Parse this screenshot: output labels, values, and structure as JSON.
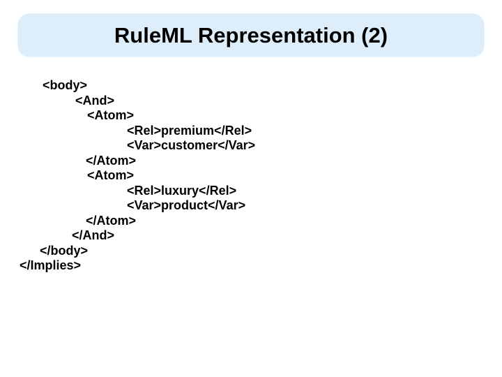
{
  "title": {
    "text": "RuleML Representation (2)"
  },
  "colors": {
    "background": "#ffffff",
    "banner_bg": "#ddeefa",
    "text": "#000000"
  },
  "code": {
    "language": "RuleML/XML",
    "lines": [
      {
        "indent": 33,
        "text": "<body>"
      },
      {
        "indent": 80,
        "text": "<And>"
      },
      {
        "indent": 97,
        "text": "<Atom>"
      },
      {
        "indent": 154,
        "text": "<Rel>premium</Rel>"
      },
      {
        "indent": 154,
        "text": "<Var>customer</Var>"
      },
      {
        "indent": 95,
        "text": "</Atom>"
      },
      {
        "indent": 97,
        "text": "<Atom>"
      },
      {
        "indent": 154,
        "text": "<Rel>luxury</Rel>"
      },
      {
        "indent": 154,
        "text": "<Var>product</Var>"
      },
      {
        "indent": 95,
        "text": "</Atom>"
      },
      {
        "indent": 75,
        "text": "</And>"
      },
      {
        "indent": 29,
        "text": "</body>"
      },
      {
        "indent": 0,
        "text": "</Implies>"
      }
    ]
  }
}
